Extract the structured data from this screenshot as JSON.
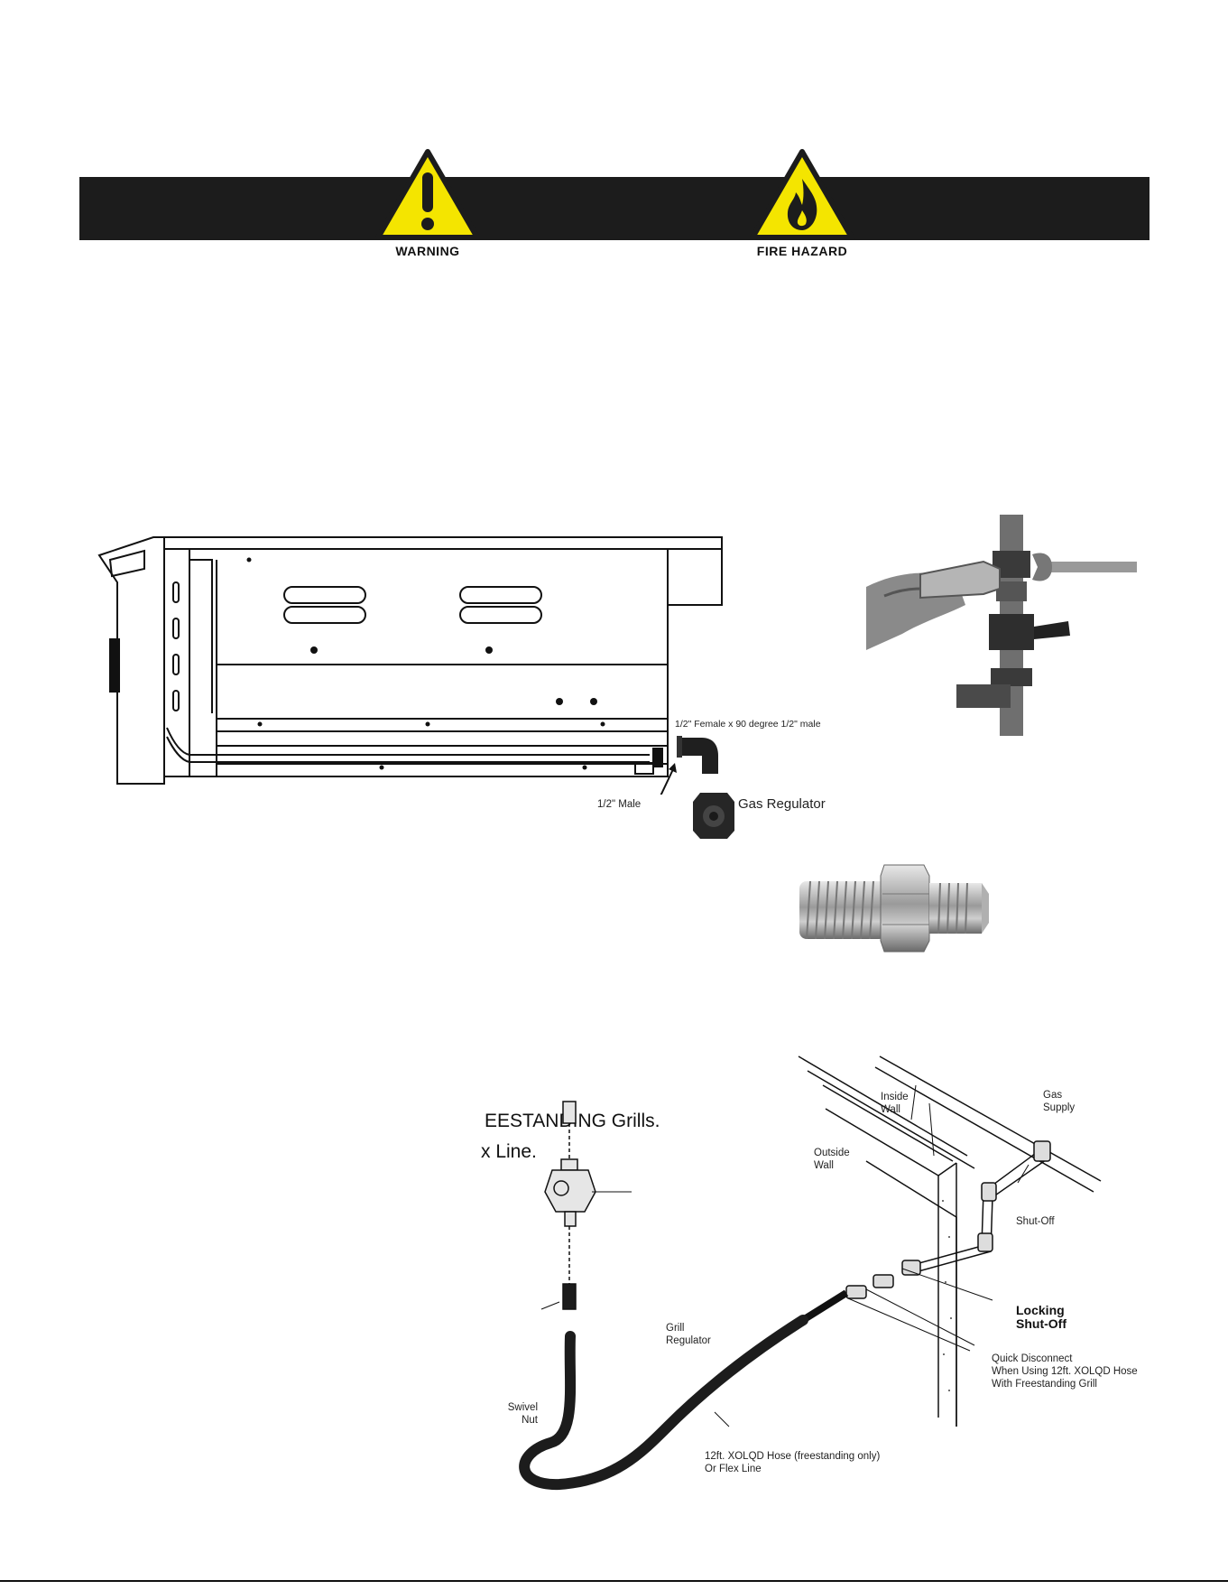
{
  "hazards": {
    "warning_label": "WARNING",
    "fire_label": "FIRE HAZARD",
    "warning_icon": "exclamation-triangle-icon",
    "fire_icon": "flame-triangle-icon",
    "icon_fill": "#f4e500",
    "banner_color": "#1c1c1c"
  },
  "grill_diagram": {
    "elbow_label": "1/2\" Female x 90 degree 1/2\" male",
    "male_label": "1/2\" Male",
    "regulator_label": "Gas Regulator"
  },
  "text_fragments": {
    "line1": "EESTANDING Grills.",
    "line2": "x Line."
  },
  "install_diagram": {
    "inside_wall": [
      "Inside",
      "Wall"
    ],
    "outside_wall": [
      "Outside",
      "Wall"
    ],
    "gas_supply": [
      "Gas",
      "Supply"
    ],
    "shut_off": "Shut-Off",
    "locking_shut_off": [
      "Locking",
      "Shut-Off"
    ],
    "quick_disconnect": [
      "Quick Disconnect",
      "When Using 12ft. XOLQD Hose",
      "With Freestanding Grill"
    ],
    "grill_regulator": [
      "Grill",
      "Regulator"
    ],
    "swivel_nut": [
      "Swivel",
      "Nut"
    ],
    "hose": [
      "12ft. XOLQD Hose (freestanding only)",
      "Or Flex Line"
    ]
  }
}
